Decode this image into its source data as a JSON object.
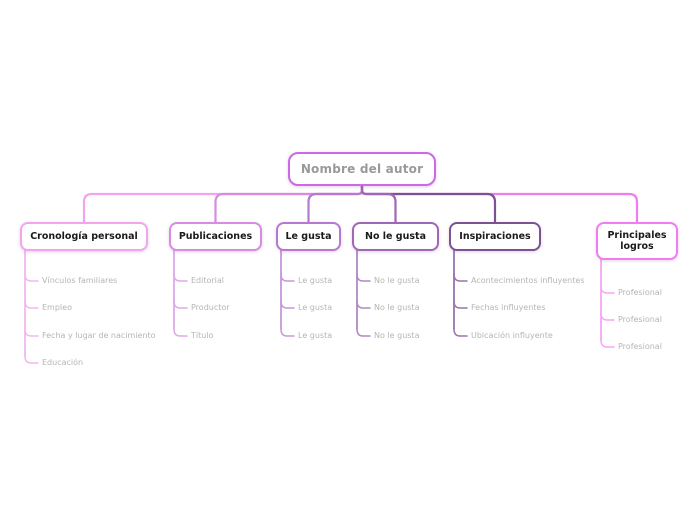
{
  "canvas": {
    "background": "#ffffff"
  },
  "root": {
    "label": "Nombre del autor",
    "border_color": "#cd68e6",
    "text_color": "#999999"
  },
  "node_text_color": "#1a1a1a",
  "item_text_color": "#b5b5b5",
  "branches": [
    {
      "label": "Cronología personal",
      "color": "#f2a4ef",
      "sub_color": "#f0b9ee",
      "items": [
        "Vínculos familiares",
        "Empleo",
        "Fecha y lugar de nacimiento",
        "Educación"
      ]
    },
    {
      "label": "Publicaciones",
      "color": "#d78ce2",
      "sub_color": "#dfa8e8",
      "items": [
        "Editorial",
        "Productor",
        "Título"
      ]
    },
    {
      "label": "Le gusta",
      "color": "#b778cf",
      "sub_color": "#c697d8",
      "items": [
        "Le gusta",
        "Le gusta",
        "Le gusta"
      ]
    },
    {
      "label": "No le gusta",
      "color": "#9e68b6",
      "sub_color": "#b088c4",
      "items": [
        "No le gusta",
        "No le gusta",
        "No le gusta"
      ]
    },
    {
      "label": "Inspiraciones",
      "color": "#7b5292",
      "sub_color": "#9973ab",
      "items": [
        "Acontecimientos influyentes",
        "Fechas influyentes",
        "Ubicación influyente"
      ]
    },
    {
      "label": "Principales logros",
      "color": "#f17cf0",
      "sub_color": "#f3a8f1",
      "items": [
        "Profesional",
        "Profesional",
        "Profesional"
      ]
    }
  ]
}
